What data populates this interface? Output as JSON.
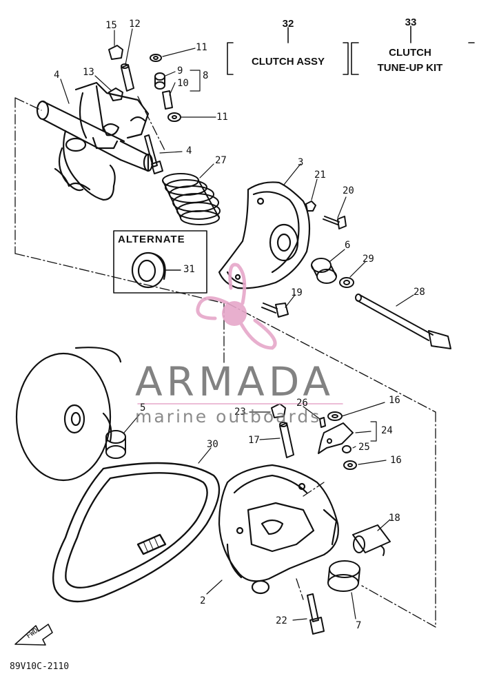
{
  "headers": {
    "assy_no": "32",
    "assy_label": "CLUTCH ASSY",
    "kit_no": "33",
    "kit_label_line1": "CLUTCH",
    "kit_label_line2": "TUNE-UP KIT"
  },
  "alternate_label": "ALTERNATE",
  "callouts": [
    "15",
    "12",
    "11",
    "13",
    "9",
    "8",
    "10",
    "4",
    "11",
    "4",
    "27",
    "3",
    "21",
    "20",
    "6",
    "29",
    "31",
    "19",
    "28",
    "5",
    "23",
    "26",
    "16",
    "17",
    "24",
    "25",
    "16",
    "30",
    "18",
    "2",
    "22",
    "7"
  ],
  "fwd_label": "FWD",
  "figure_code": "89V10C-2110",
  "watermark": {
    "name": "ARMADA",
    "tagline": "marine outboards",
    "accent_color": "#e6a7c9",
    "text_color": "#6d6d6d"
  }
}
